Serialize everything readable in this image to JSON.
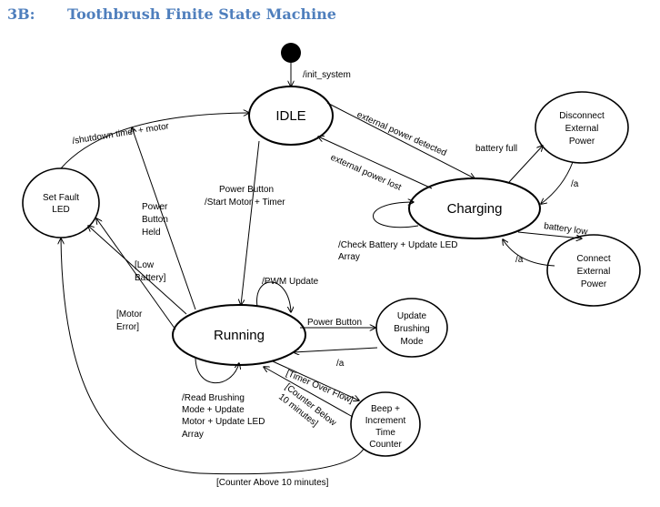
{
  "heading": {
    "number": "3B:",
    "title": "Toothbrush Finite State Machine"
  },
  "states": {
    "idle": "IDLE",
    "charging": "Charging",
    "running": "Running",
    "set_fault": [
      "Set Fault",
      "LED"
    ],
    "disconnect": [
      "Disconnect",
      "External",
      "Power"
    ],
    "connect": [
      "Connect",
      "External",
      "Power"
    ],
    "update_mode": [
      "Update",
      "Brushing",
      "Mode"
    ],
    "beep": [
      "Beep +",
      "Increment",
      "Time",
      "Counter"
    ]
  },
  "transitions": {
    "init": "/init_system",
    "shutdown": "/shutdown timer + motor",
    "ext_power_detected": "external power detected",
    "ext_power_lost": "external power lost",
    "battery_full": "battery full",
    "a1": "/a",
    "battery_low": "battery low",
    "a2": "/a",
    "check_battery": [
      "/Check Battery + Update LED",
      "Array"
    ],
    "power_button_start": [
      "Power Button",
      "/Start Motor + Timer"
    ],
    "power_button_held": [
      "Power",
      "Button",
      "Held"
    ],
    "low_battery": [
      "[Low",
      "Battery]"
    ],
    "motor_error": [
      "[Motor",
      "Error]"
    ],
    "pwm_update": "/PWM Update",
    "power_button": "Power Button",
    "a3": "/a",
    "timer_overflow": "[Timer Over Flow]",
    "counter_below": [
      "[Counter Below",
      "10 minutes]"
    ],
    "read_brushing": [
      "/Read Brushing",
      "Mode + Update",
      "Motor + Update LED",
      "Array"
    ],
    "counter_above": "[Counter Above 10 minutes]"
  }
}
